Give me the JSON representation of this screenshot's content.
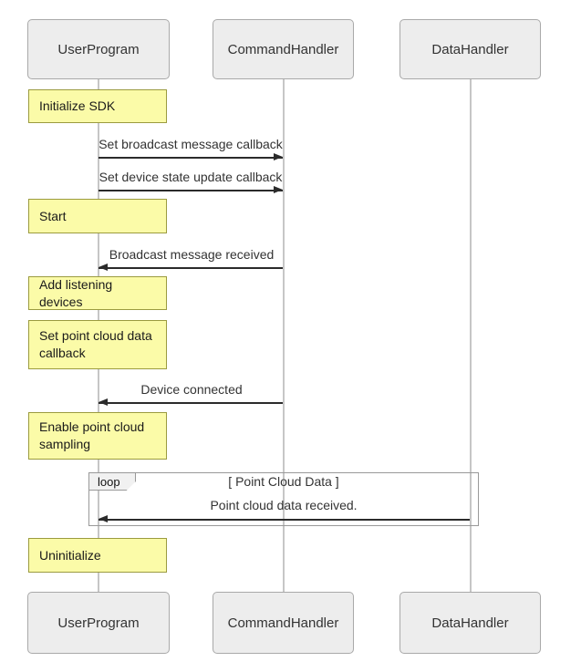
{
  "colors": {
    "background": "#ffffff",
    "participant_fill": "#ededed",
    "participant_border": "#a9a9a9",
    "note_fill": "#fbfba8",
    "note_border": "#9b9b3f",
    "lifeline": "#c6c6c6",
    "arrow": "#2b2b2b",
    "loop_border": "#999999",
    "loop_tab_fill": "#f1f1f1",
    "text": "#333333"
  },
  "diagram": {
    "type": "sequence-diagram",
    "participants": [
      {
        "label": "UserProgram"
      },
      {
        "label": "CommandHandler"
      },
      {
        "label": "DataHandler"
      }
    ],
    "notes": [
      {
        "label": "Initialize SDK",
        "over": "UserProgram"
      },
      {
        "label": "Start",
        "over": "UserProgram"
      },
      {
        "label": "Add listening devices",
        "over": "UserProgram"
      },
      {
        "label": "Set point cloud data callback",
        "over": "UserProgram"
      },
      {
        "label": "Enable point cloud sampling",
        "over": "UserProgram"
      },
      {
        "label": "Uninitialize",
        "over": "UserProgram"
      }
    ],
    "messages": [
      {
        "label": "Set broadcast message callback",
        "from": "UserProgram",
        "to": "CommandHandler",
        "direction": "right"
      },
      {
        "label": "Set device state update callback",
        "from": "UserProgram",
        "to": "CommandHandler",
        "direction": "right"
      },
      {
        "label": "Broadcast message received",
        "from": "CommandHandler",
        "to": "UserProgram",
        "direction": "left"
      },
      {
        "label": "Device connected",
        "from": "CommandHandler",
        "to": "UserProgram",
        "direction": "left"
      },
      {
        "label": "Point cloud data received.",
        "from": "DataHandler",
        "to": "UserProgram",
        "direction": "left",
        "in_loop": true
      }
    ],
    "loop": {
      "operator": "loop",
      "condition": "[ Point Cloud Data ]"
    }
  }
}
